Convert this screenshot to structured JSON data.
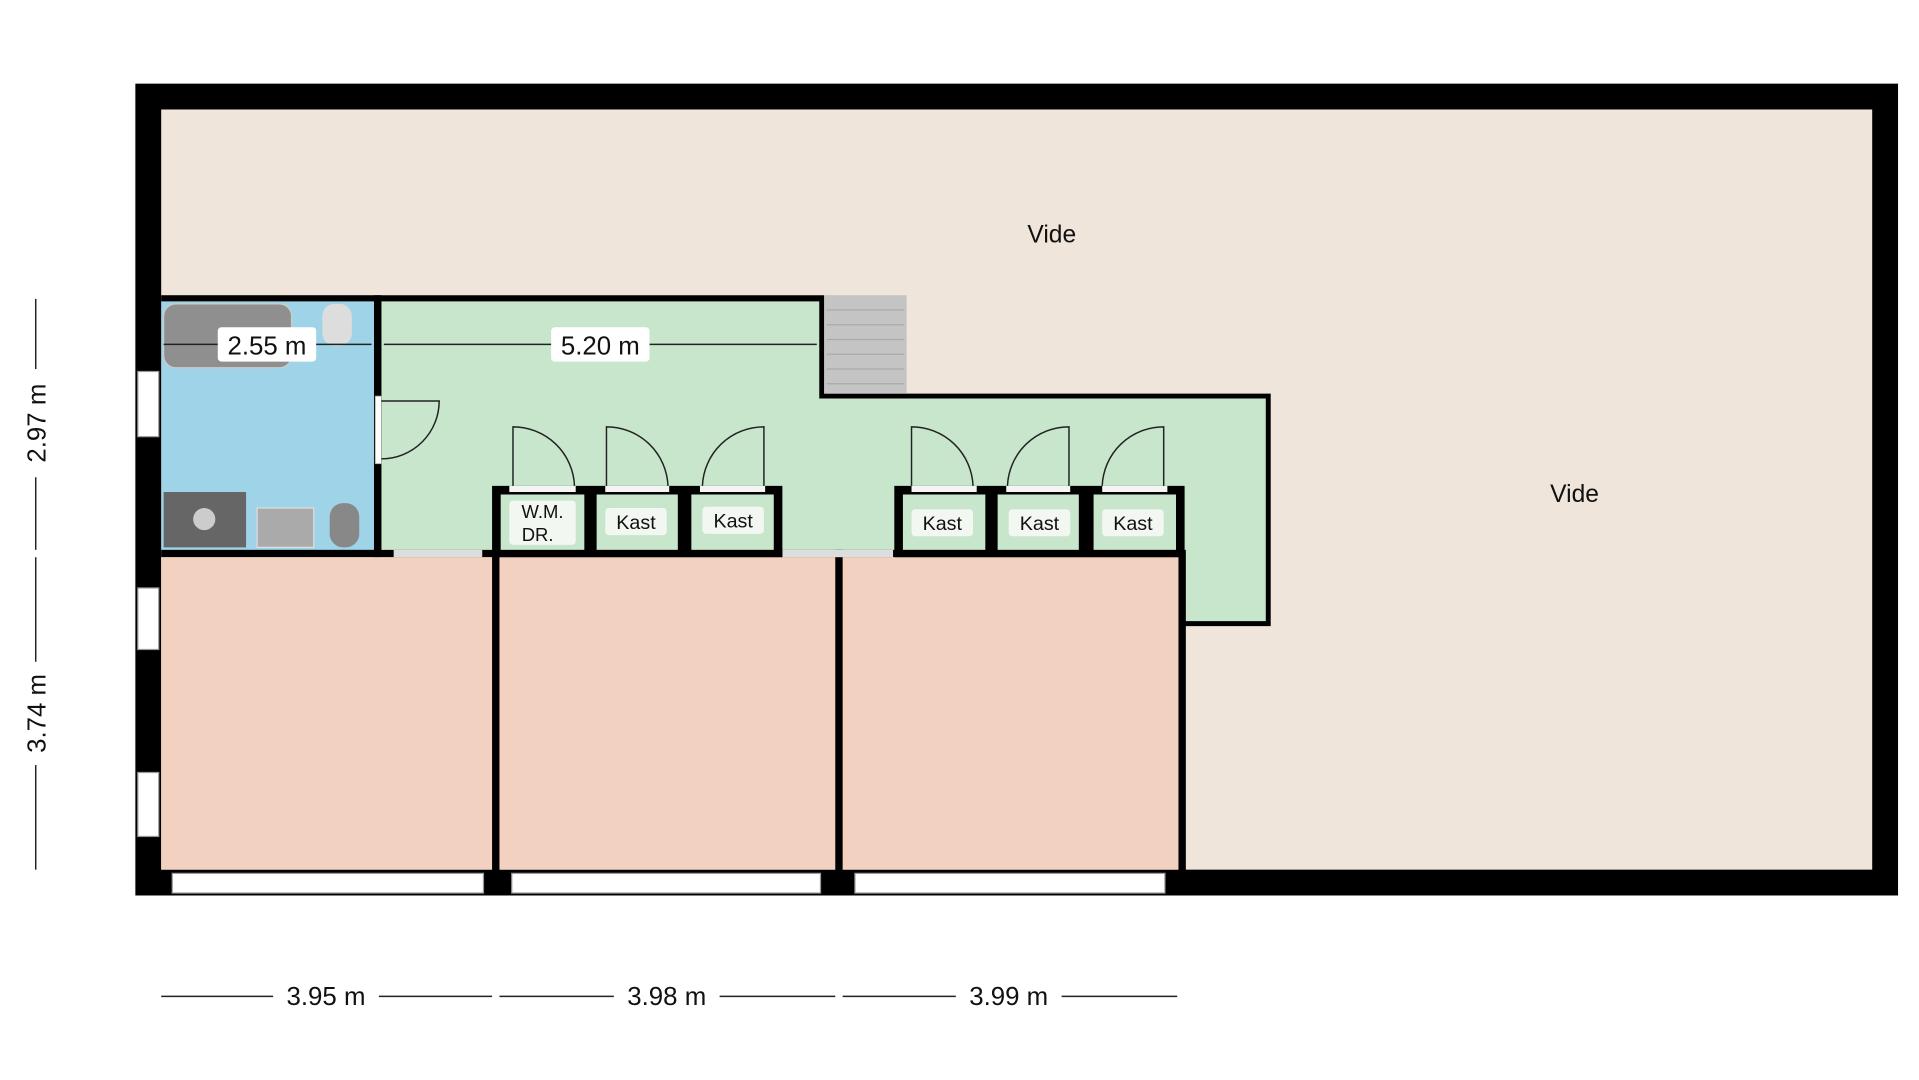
{
  "rooms": {
    "vide_top": "Vide",
    "vide_right": "Vide",
    "laundry": "W.M.\nDR.",
    "laundry_line1": "W.M.",
    "laundry_line2": "DR.",
    "closets": [
      "Kast",
      "Kast",
      "Kast",
      "Kast",
      "Kast"
    ]
  },
  "dimensions": {
    "bathroom_width": "2.55 m",
    "hall_width": "5.20 m",
    "upper_height": "2.97 m",
    "lower_height": "3.74 m",
    "room1_width": "3.95 m",
    "room2_width": "3.98 m",
    "room3_width": "3.99 m"
  },
  "colors": {
    "wall": "#000000",
    "vide": "#efe5da",
    "bathroom": "#9fd3e8",
    "hall": "#c8e6cc",
    "bedroom": "#f2d1c1",
    "stairs": "#bdbdbd"
  }
}
